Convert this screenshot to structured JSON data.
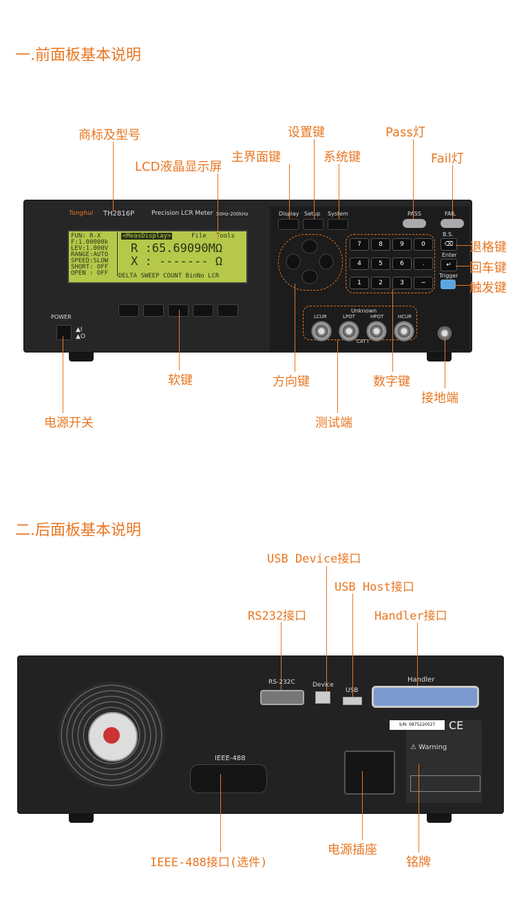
{
  "section1": {
    "title": "一.前面板基本说明"
  },
  "section2": {
    "title": "二.后面板基本说明"
  },
  "front_labels": {
    "brand_model": "商标及型号",
    "lcd": "LCD液晶显示屏",
    "setup_key": "设置键",
    "main_key": "主界面键",
    "system_key": "系统键",
    "pass_light": "Pass灯",
    "fail_light": "Fail灯",
    "backspace_key": "退格键",
    "enter_key": "回车键",
    "trigger_key": "触发键",
    "soft_keys": "软键",
    "direction_keys": "方向键",
    "number_keys": "数字键",
    "ground": "接地端",
    "power_switch": "电源开关",
    "test_terminal": "测试端"
  },
  "front_panel": {
    "brand": "Tonghui",
    "model": "TH2816P",
    "desc": "Precision LCR Meter",
    "freq": "50Hz-200kHz",
    "display_btn": "Display",
    "setup_btn": "Setup",
    "system_btn": "System",
    "pass": "PASS",
    "fail": "FAIL",
    "bs": "B.S.",
    "enter": "Enter",
    "trigger": "Trigger",
    "power": "POWER",
    "unknown": "Unknown",
    "cat": "CAT I",
    "ports": [
      "LCUR",
      "LPOT",
      "HPOT",
      "HCUR"
    ],
    "numpad": [
      "7",
      "8",
      "9",
      "0",
      "4",
      "5",
      "6",
      ".",
      "1",
      "2",
      "3",
      "−"
    ]
  },
  "lcd": {
    "left": [
      "FUN:  R-X",
      "F:1.00000k",
      "LEV:1.000V",
      "RANGE:AUTO",
      "SPEED:SLOW",
      "SHORT: OFF",
      "OPEN : OFF"
    ],
    "tab": "<MeasDisplay>",
    "file": "File",
    "tools": "Tools",
    "r_line": "R :65.69090MΩ",
    "x_line": "X : ------- Ω",
    "soft": "DELTA SWEEP COUNT BinNo  LCR"
  },
  "back_labels": {
    "usb_device": "USB Device接口",
    "usb_host": "USB Host接口",
    "rs232": "RS232接口",
    "handler": "Handler接口",
    "ieee": "IEEE-488接口(选件)",
    "power_socket": "电源插座",
    "nameplate": "铭牌"
  },
  "back_panel": {
    "rs232c": "RS-232C",
    "device": "Device",
    "usb": "USB",
    "handler": "Handler",
    "ieee": "IEEE-488",
    "ce": "CE",
    "warning": "⚠ Warning",
    "serial": "S/N: 0875220027"
  },
  "colors": {
    "accent": "#e87722"
  }
}
